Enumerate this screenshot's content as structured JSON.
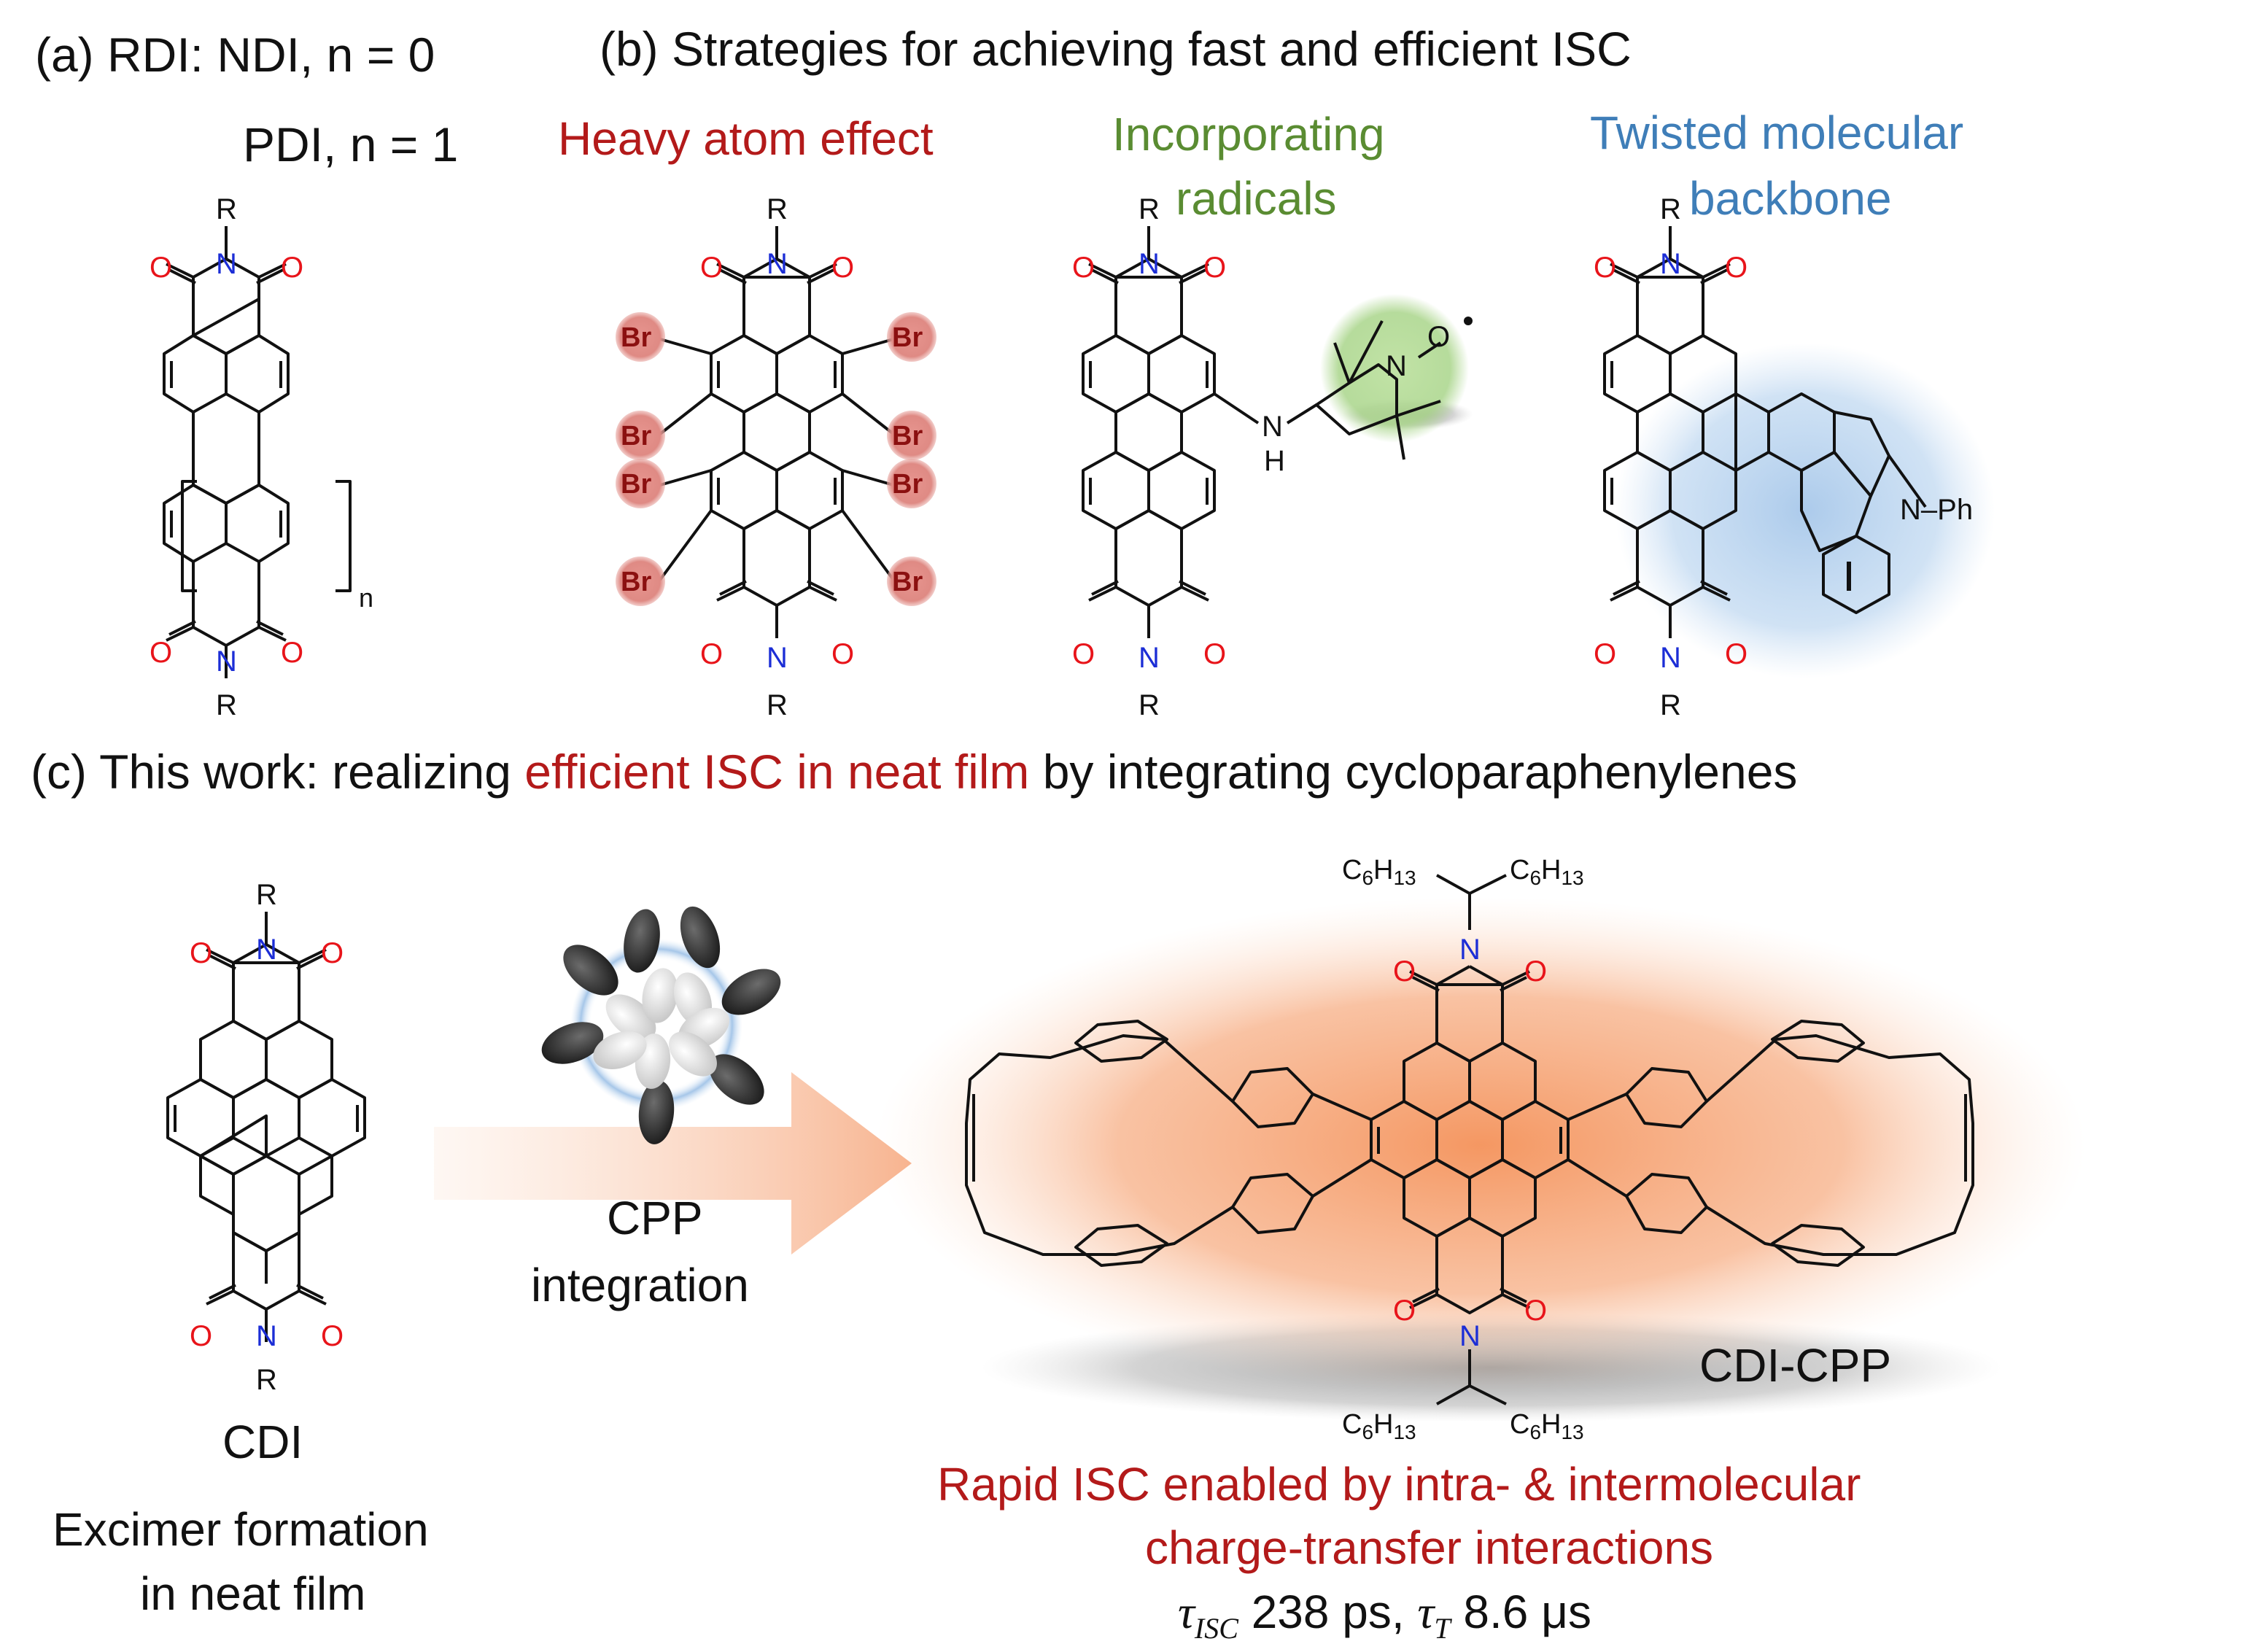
{
  "panel_a": {
    "label": "(a) RDI: NDI, n = 0",
    "label2": "PDI, n = 1",
    "repeat_n": "n"
  },
  "panel_b": {
    "label": "(b) Strategies for achieving fast and efficient ISC",
    "strategy1": "Heavy atom effect",
    "strategy2_line1": "Incorporating",
    "strategy2_line2": "radicals",
    "strategy3_line1": "Twisted molecular",
    "strategy3_line2": "backbone",
    "br": "Br",
    "nh": "N",
    "h": "H",
    "tempo_n": "N",
    "tempo_o": "O",
    "nph": "N–Ph"
  },
  "panel_c": {
    "label_prefix": "(c) This work: realizing ",
    "label_highlight": "efficient ISC in neat film",
    "label_suffix": " by integrating cycloparaphenylenes",
    "cdi_name": "CDI",
    "cdi_note_line1": "Excimer formation",
    "cdi_note_line2": "in neat film",
    "cpp_line1": "CPP",
    "cpp_line2": "integration",
    "product_name": "CDI-CPP",
    "alkyl": "C6H13",
    "result_line1": "Rapid ISC enabled by intra- & intermolecular",
    "result_line2": "charge-transfer interactions",
    "tau_isc_sym": "τ",
    "tau_isc_sub": "ISC",
    "tau_isc_val": " 238 ps, ",
    "tau_t_sym": "τ",
    "tau_t_sub": "T",
    "tau_t_val": " 8.6 μs"
  },
  "atoms": {
    "O": "O",
    "N": "N",
    "R": "R"
  },
  "colors": {
    "red_text": "#b31a1a",
    "green_text": "#5a8c32",
    "blue_text": "#3f7eb8",
    "oxygen": "#e8141a",
    "nitrogen": "#1c2ed6",
    "br_circle": "#e08a84",
    "br_text": "#8b1010",
    "radical_glow": "#a9d58a",
    "twist_glow": "#a8c8ea",
    "orange_glow": "#f7a77a",
    "shadow": "#9a9a9a"
  }
}
